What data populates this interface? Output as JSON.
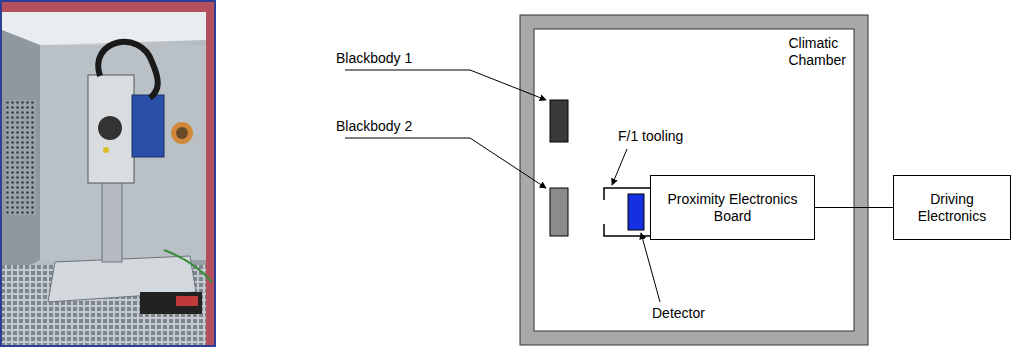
{
  "diagram": {
    "nodes": [
      {
        "text": [
          "Climatic Chamber"
        ]
      },
      {
        "text": [
          "Proximity Electronics Board"
        ],
        "in": 0
      },
      {
        "text": [
          "Driving Electronics"
        ]
      }
    ],
    "edges": [
      {
        "from": 1,
        "to": 2,
        "arrow": "none"
      }
    ],
    "labels": [
      "Blackbody 1",
      "Blackbody 2",
      "F/1 tooling",
      "Detector"
    ]
  }
}
